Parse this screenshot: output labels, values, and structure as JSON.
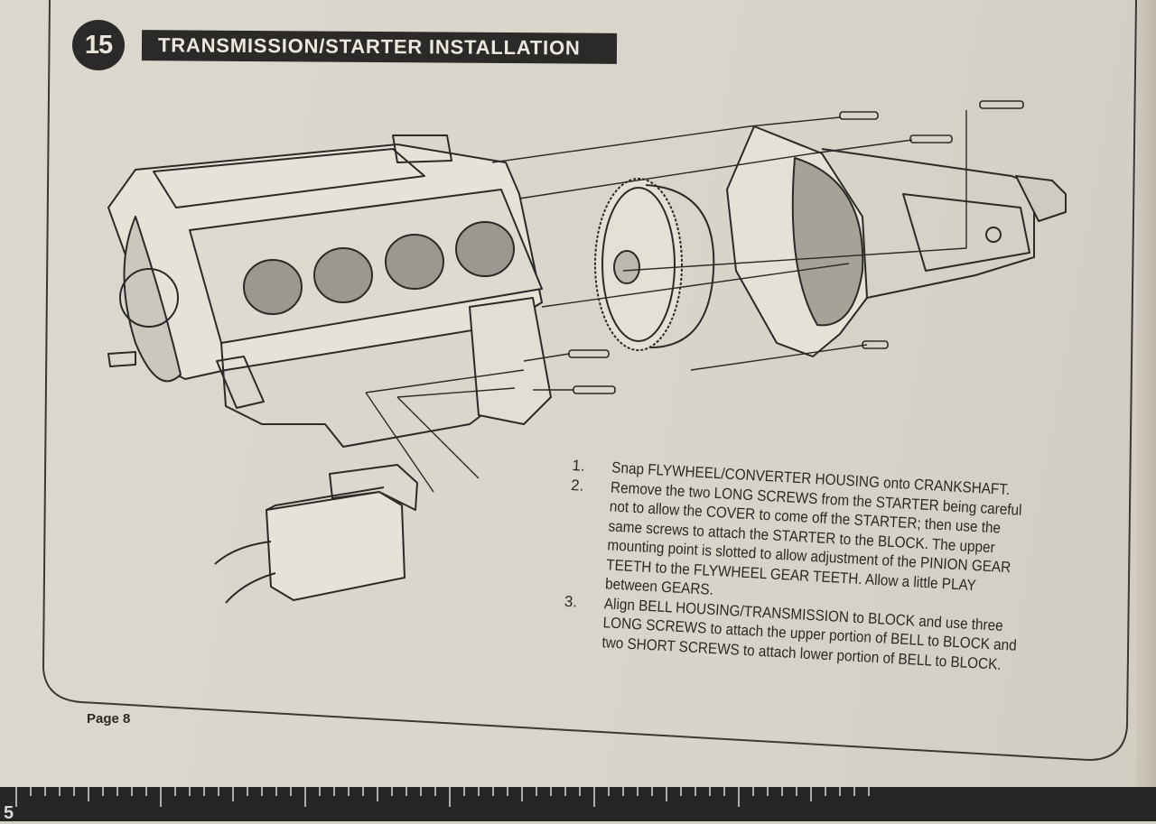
{
  "step_number": "15",
  "title": "TRANSMISSION/STARTER INSTALLATION",
  "instructions": [
    {
      "num": "1.",
      "text": "Snap FLYWHEEL/CONVERTER HOUSING onto CRANKSHAFT."
    },
    {
      "num": "2.",
      "text": "Remove the two LONG SCREWS from the STARTER being careful not to allow the COVER to come off the STARTER; then use the same screws to attach the STARTER to the BLOCK. The upper mounting point is slotted to allow adjustment of the PINION GEAR TEETH to the FLYWHEEL GEAR TEETH. Allow a little PLAY between GEARS."
    },
    {
      "num": "3.",
      "text": "Align BELL HOUSING/TRANSMISSION to BLOCK and use three LONG SCREWS to attach the upper portion of BELL to BLOCK and two SHORT SCREWS to attach lower portion of BELL to BLOCK."
    }
  ],
  "page_label": "Page 8",
  "ruler_digit": "5",
  "colors": {
    "ink": "#2b2a28",
    "paper": "#dad6cc",
    "ruler": "#262626"
  }
}
